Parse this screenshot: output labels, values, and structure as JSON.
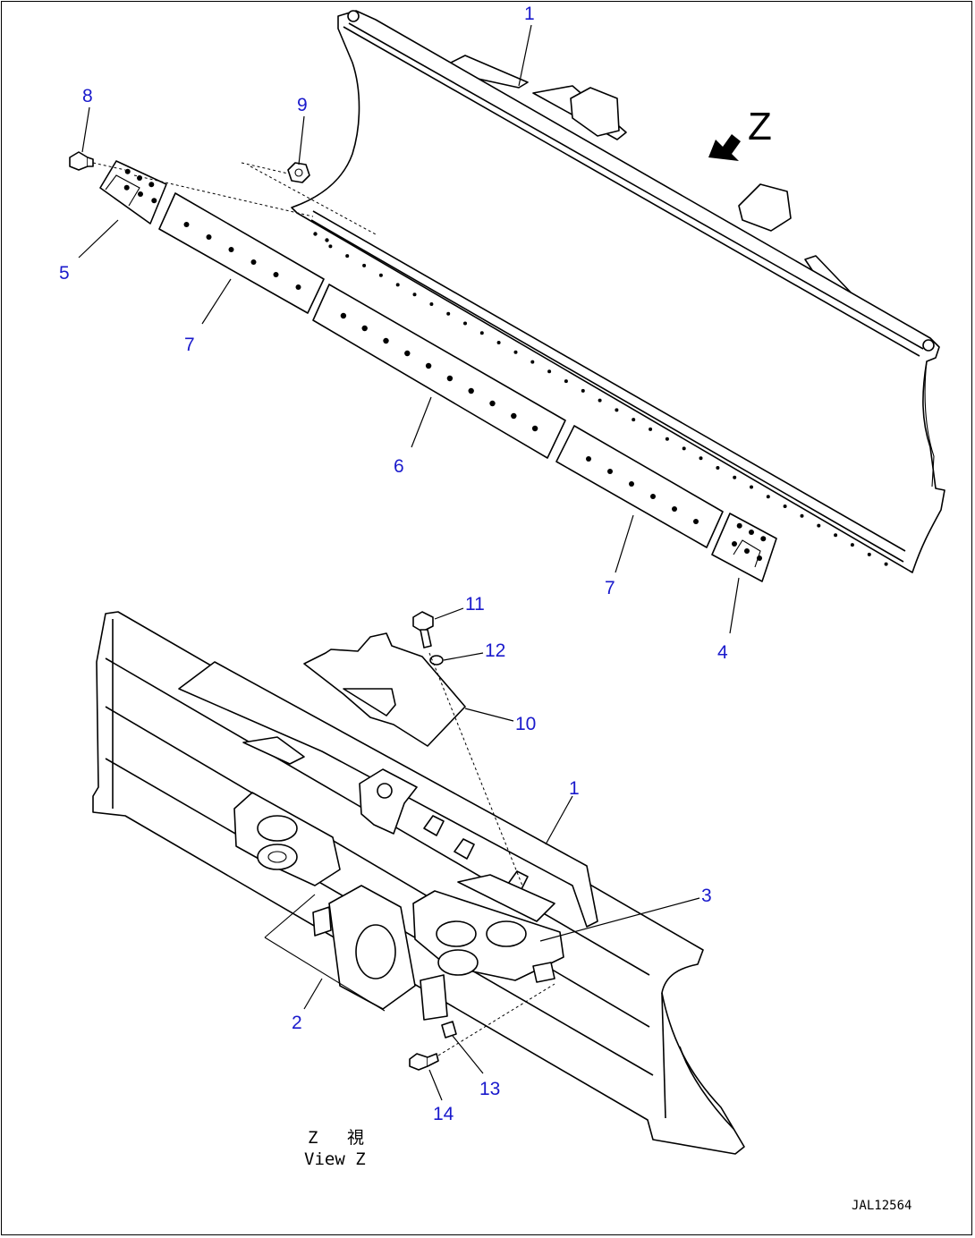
{
  "callouts": {
    "c1_top": "1",
    "c9": "9",
    "c8": "8",
    "c5": "5",
    "c7_left": "7",
    "c6": "6",
    "c7_right": "7",
    "c4": "4",
    "c11": "11",
    "c12": "12",
    "c10": "10",
    "c1_bottom": "1",
    "c3": "3",
    "c2": "2",
    "c13": "13",
    "c14": "14"
  },
  "view_marker": "Z",
  "view_label": {
    "jp_z": "Z",
    "jp_char": "視",
    "en": "View Z"
  },
  "drawing_number": "JAL12564",
  "colors": {
    "callout": "#1a1acc",
    "line": "#000000"
  }
}
